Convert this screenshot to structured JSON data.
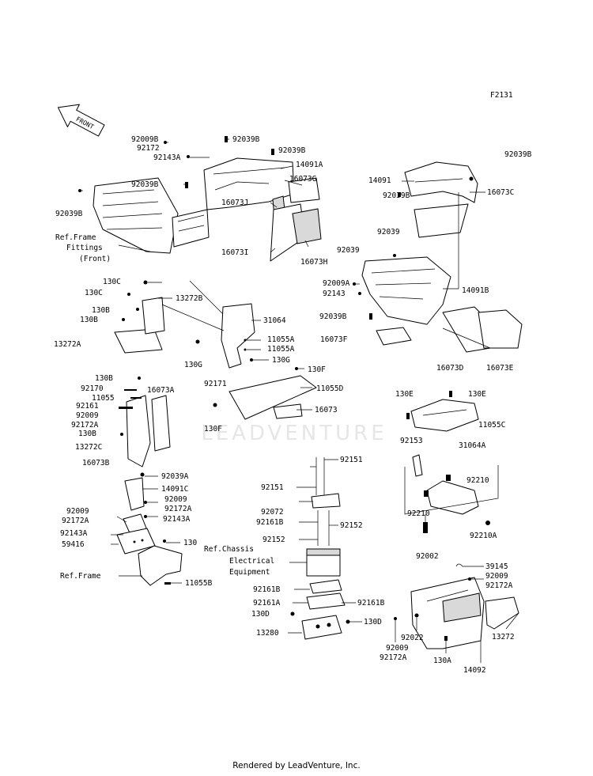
{
  "figure_code": "F2131",
  "watermark": "LEADVENTURE",
  "footer": "Rendered by LeadVenture, Inc.",
  "front_label": "FRONT",
  "references": {
    "frame_fittings": [
      "Ref.Frame",
      "Fittings",
      "(Front)"
    ],
    "frame": "Ref.Frame",
    "chassis_electrical": [
      "Ref.Chassis",
      "Electrical",
      "Equipment"
    ]
  },
  "labels": {
    "l92009B": "92009B",
    "l92172": "92172",
    "l92143A": "92143A",
    "l92039B_a": "92039B",
    "l92039B_b": "92039B",
    "l92039B_c": "92039B",
    "l92039B_d": "92039B",
    "l14091A": "14091A",
    "l16073G": "16073G",
    "l16073J": "16073J",
    "l16073I": "16073I",
    "l16073H": "16073H",
    "l92039B_e": "92039B",
    "l14091": "14091",
    "l92039B_f": "92039B",
    "l16073C": "16073C",
    "l92039_a": "92039",
    "l92039_b": "92039",
    "l92009A": "92009A",
    "l92143": "92143",
    "l14091B": "14091B",
    "l92039B_g": "92039B",
    "l16073F": "16073F",
    "l16073D": "16073D",
    "l16073E": "16073E",
    "l130C_a": "130C",
    "l130C_b": "130C",
    "l13272B": "13272B",
    "l130B_a": "130B",
    "l130B_b": "130B",
    "l13272A": "13272A",
    "l31064": "31064",
    "l11055A_a": "11055A",
    "l11055A_b": "11055A",
    "l130G_a": "130G",
    "l130G_b": "130G",
    "l130F_a": "130F",
    "l92171": "92171",
    "l11055D": "11055D",
    "l130F_b": "130F",
    "l16073": "16073",
    "l130B_c": "130B",
    "l92170": "92170",
    "l11055": "11055",
    "l16073A": "16073A",
    "l92161": "92161",
    "l92009_a": "92009",
    "l92172A_a": "92172A",
    "l130B_d": "130B",
    "l13272C": "13272C",
    "l16073B": "16073B",
    "l130E_a": "130E",
    "l130E_b": "130E",
    "l11055C": "11055C",
    "l92153": "92153",
    "l31064A": "31064A",
    "l92210_a": "92210",
    "l92210_b": "92210",
    "l92002": "92002",
    "l92210A": "92210A",
    "l92151_a": "92151",
    "l92151_b": "92151",
    "l92072": "92072",
    "l92161B_a": "92161B",
    "l92152_a": "92152",
    "l92152_b": "92152",
    "l92161B_b": "92161B",
    "l92161A": "92161A",
    "l92161B_c": "92161B",
    "l130D_a": "130D",
    "l130D_b": "130D",
    "l13280": "13280",
    "l92039A": "92039A",
    "l14091C": "14091C",
    "l92009_b": "92009",
    "l92172A_b": "92172A",
    "l92009_c": "92009",
    "l92172A_c": "92172A",
    "l92143A_b": "92143A",
    "l92143A_c": "92143A",
    "l59416": "59416",
    "l130": "130",
    "l11055B": "11055B",
    "l39145": "39145",
    "l92009_d": "92009",
    "l92172A_d": "92172A",
    "l13272": "13272",
    "l92022": "92022",
    "l92009_e": "92009",
    "l92172A_e": "92172A",
    "l130A": "130A",
    "l14092": "14092"
  }
}
